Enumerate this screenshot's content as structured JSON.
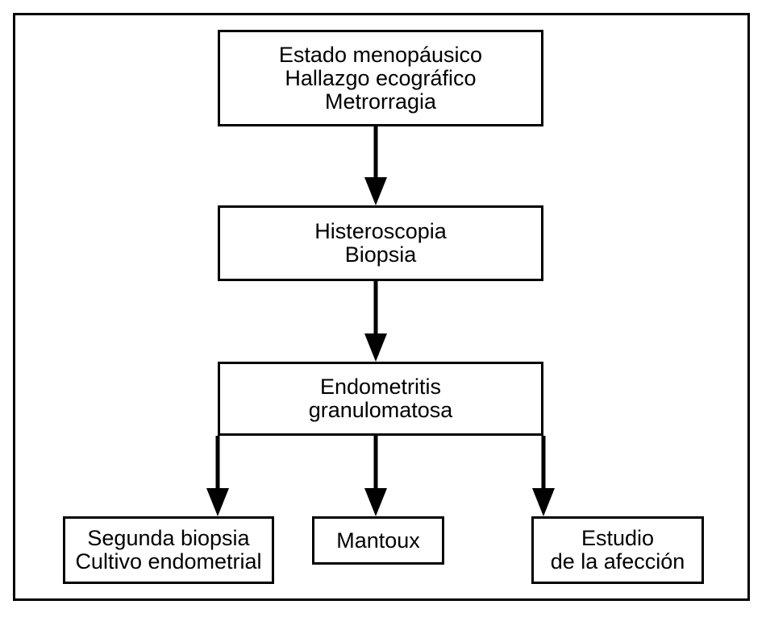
{
  "diagram": {
    "nodes": {
      "start": {
        "lines": [
          "Estado menopáusico",
          "Hallazgo ecográfico",
          "Metrorragia"
        ]
      },
      "procedure": {
        "lines": [
          "Histeroscopia",
          "Biopsia"
        ]
      },
      "diagnosis": {
        "lines": [
          "Endometritis",
          "granulomatosa"
        ]
      },
      "second_biopsy": {
        "lines": [
          "Segunda biopsia",
          "Cultivo endometrial"
        ]
      },
      "mantoux": {
        "lines": [
          "Mantoux"
        ]
      },
      "study": {
        "lines": [
          "Estudio",
          "de la afección"
        ]
      }
    },
    "edges": [
      {
        "from": "start",
        "to": "procedure"
      },
      {
        "from": "procedure",
        "to": "diagnosis"
      },
      {
        "from": "diagnosis",
        "to": "second_biopsy"
      },
      {
        "from": "diagnosis",
        "to": "mantoux"
      },
      {
        "from": "diagnosis",
        "to": "study"
      }
    ],
    "colors": {
      "stroke": "#000000",
      "background": "#ffffff"
    }
  }
}
